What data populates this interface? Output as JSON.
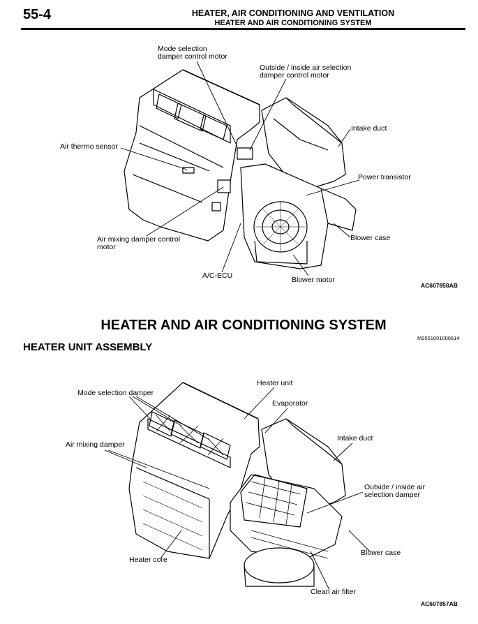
{
  "header": {
    "page_number": "55-4",
    "title": "HEATER, AIR CONDITIONING AND VENTILATION",
    "subtitle": "HEATER AND AIR CONDITIONING SYSTEM"
  },
  "figure1": {
    "labels": {
      "mode_motor": "Mode selection\ndamper  control motor",
      "outside_motor": "Outside / inside air selection\ndamper control motor",
      "intake_duct": "Intake duct",
      "air_thermo": "Air thermo sensor",
      "power_transistor": "Power transistor",
      "blower_case": "Blower case",
      "air_mixing_motor": "Air mixing damper control\nmotor",
      "ac_ecu": "A/C-ECU",
      "blower_motor": "Blower motor"
    },
    "code": "AC607858AB"
  },
  "section": {
    "title": "HEATER AND AIR CONDITIONING SYSTEM",
    "ref": "M2551001000614",
    "subtitle": "HEATER UNIT ASSEMBLY"
  },
  "figure2": {
    "labels": {
      "mode_damper": "Mode selection damper",
      "heater_unit": "Heater unit",
      "evaporator": "Evaporator",
      "air_mixing_damper": "Air mixing damper",
      "intake_duct": "Intake duct",
      "outside_damper": "Outside / inside air\nselection damper",
      "blower_case": "Blower case",
      "heater_core": "Heater core",
      "clean_air_filter": "Clean air filter"
    },
    "code": "AC607857AB"
  }
}
